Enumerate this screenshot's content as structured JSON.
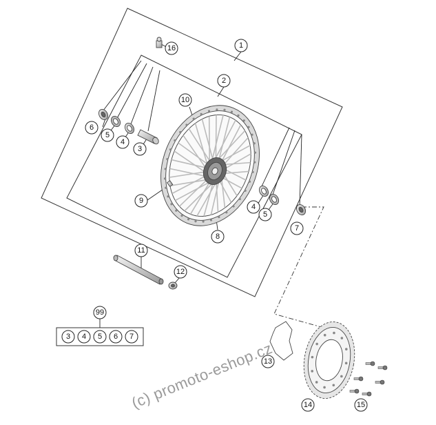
{
  "callouts": [
    {
      "label": "1"
    },
    {
      "label": "2"
    },
    {
      "label": "16"
    },
    {
      "label": "10"
    },
    {
      "label": "6"
    },
    {
      "label": "5"
    },
    {
      "label": "4"
    },
    {
      "label": "3"
    },
    {
      "label": "9"
    },
    {
      "label": "4"
    },
    {
      "label": "5"
    },
    {
      "label": "7"
    },
    {
      "label": "8"
    },
    {
      "label": "11"
    },
    {
      "label": "12"
    },
    {
      "label": "99"
    },
    {
      "label": "13"
    },
    {
      "label": "14"
    },
    {
      "label": "15"
    }
  ],
  "kit_contents": [
    "3",
    "4",
    "5",
    "6",
    "7"
  ],
  "watermark": "(c) promoto-eshop.cz"
}
